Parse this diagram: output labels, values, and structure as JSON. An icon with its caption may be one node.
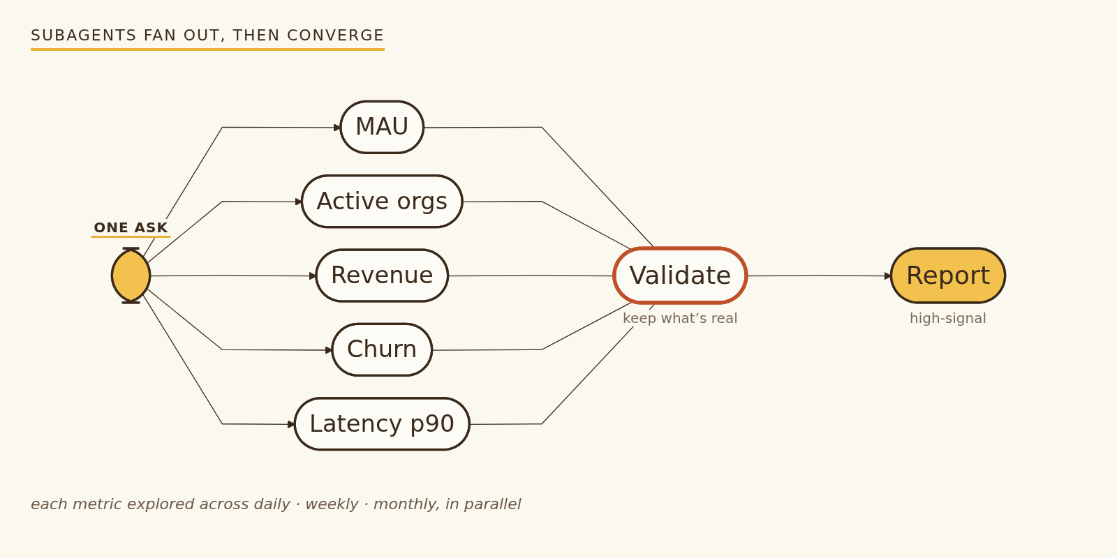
{
  "diagram": {
    "title": "SUBAGENTS FAN OUT, THEN CONVERGE",
    "caption": "each metric explored across daily · weekly · monthly, in parallel",
    "nodes": [
      {
        "text": [],
        "shape": "box",
        "beside": [
          "ONE ASK"
        ]
      },
      {
        "text": [
          "MAU"
        ]
      },
      {
        "text": [
          "Active orgs"
        ]
      },
      {
        "text": [
          "Revenue"
        ]
      },
      {
        "text": [
          "Churn"
        ]
      },
      {
        "text": [
          "Latency p90"
        ]
      },
      {
        "text": [
          "Validate"
        ],
        "beside": [
          "keep what’s real"
        ]
      },
      {
        "text": [
          "Report"
        ],
        "beside": [
          "high-signal"
        ]
      }
    ],
    "edges": [
      {
        "from": 0,
        "to": 1,
        "arrow": "to"
      },
      {
        "from": 0,
        "to": 2,
        "arrow": "to"
      },
      {
        "from": 0,
        "to": 3,
        "arrow": "to"
      },
      {
        "from": 0,
        "to": 4,
        "arrow": "to"
      },
      {
        "from": 0,
        "to": 5,
        "arrow": "to"
      },
      {
        "from": 1,
        "to": 6,
        "arrow": "none"
      },
      {
        "from": 2,
        "to": 6,
        "arrow": "none"
      },
      {
        "from": 3,
        "to": 6,
        "arrow": "none"
      },
      {
        "from": 4,
        "to": 6,
        "arrow": "none"
      },
      {
        "from": 5,
        "to": 6,
        "arrow": "none"
      },
      {
        "from": 6,
        "to": 7,
        "arrow": "to"
      }
    ]
  }
}
